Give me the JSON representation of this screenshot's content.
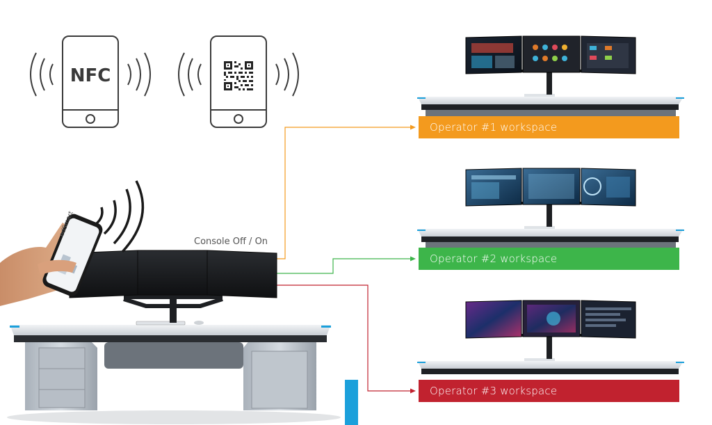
{
  "phones": {
    "nfc_label": "NFC",
    "qr_icon": "qr-code-icon"
  },
  "console": {
    "label": "Console Off / On",
    "phone_app_name": "edSmart"
  },
  "workspaces": [
    {
      "label": "Operator #1 workspace",
      "color": "#F39A1E"
    },
    {
      "label": "Operator #2 workspace",
      "color": "#3DB54A"
    },
    {
      "label": "Operator #3 workspace",
      "color": "#C1222F"
    }
  ],
  "colors": {
    "orange": "#F39A1E",
    "green": "#3DB54A",
    "red": "#C1222F",
    "accent_blue": "#1BA0DB"
  }
}
